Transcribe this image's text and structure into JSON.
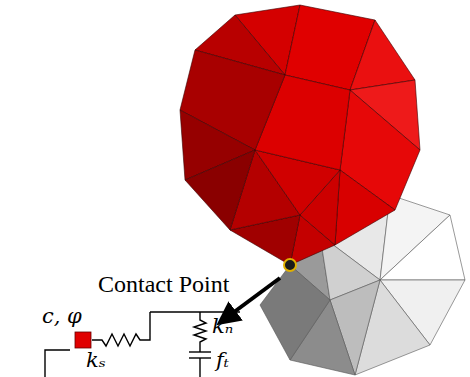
{
  "diagram": {
    "labels": [
      "Contact Point",
      "c, φ",
      "kₙ",
      "kₛ",
      "fₜ"
    ]
  }
}
